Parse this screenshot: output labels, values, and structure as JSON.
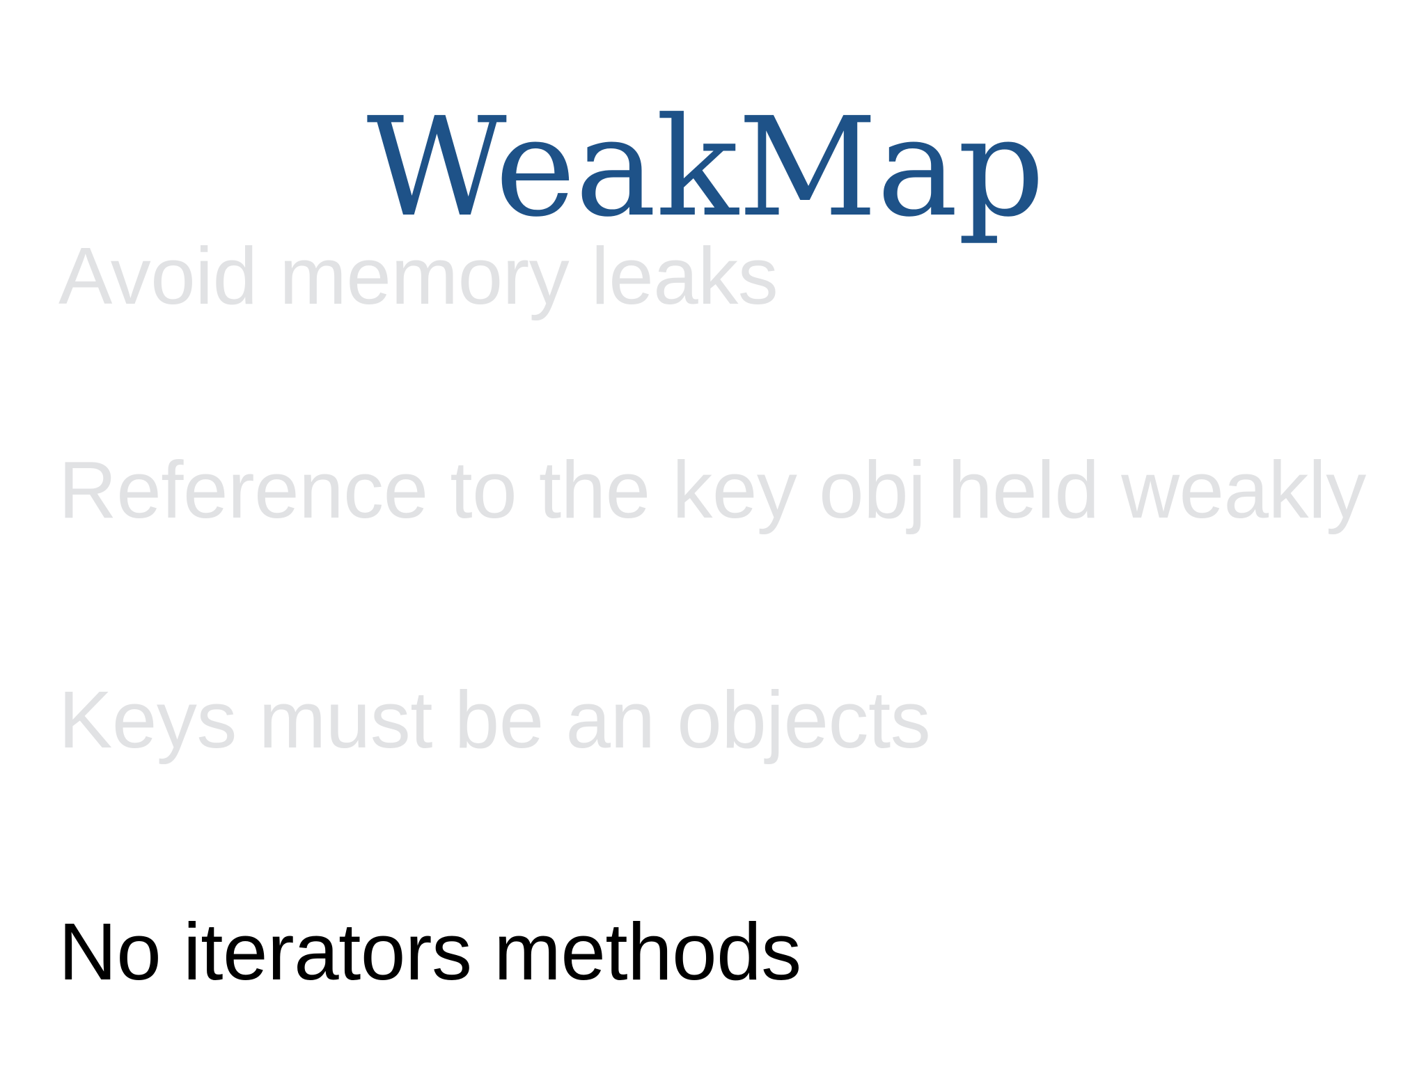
{
  "slide": {
    "background_color": "#ffffff",
    "title": "WeakMap",
    "title_color": "#1e5288",
    "faded_color": "#e1e2e4",
    "active_color": "#000000",
    "bullets": [
      {
        "text": "Avoid memory leaks",
        "state": "faded"
      },
      {
        "text": "Reference to the key obj held weakly",
        "state": "faded"
      },
      {
        "text": "Keys must be an objects",
        "state": "faded"
      },
      {
        "text": "No iterators methods",
        "state": "active"
      }
    ]
  }
}
